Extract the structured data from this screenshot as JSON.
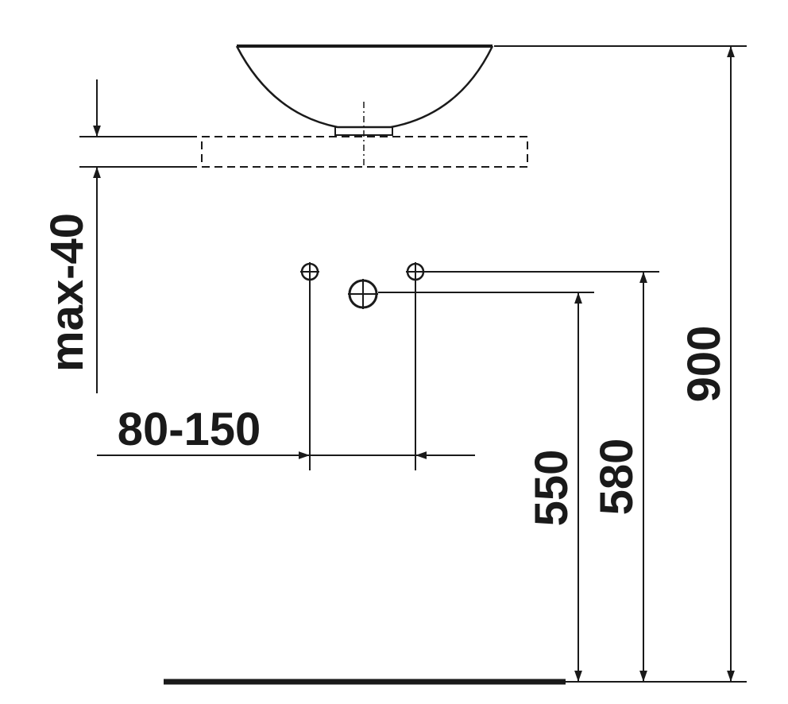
{
  "dimensions": {
    "max_counter": "max-40",
    "spacing": "80-150",
    "outlet_height": "550",
    "inlet_height": "580",
    "basin_height": "900"
  },
  "colors": {
    "ink": "#1a1a1a",
    "background": "#ffffff"
  }
}
